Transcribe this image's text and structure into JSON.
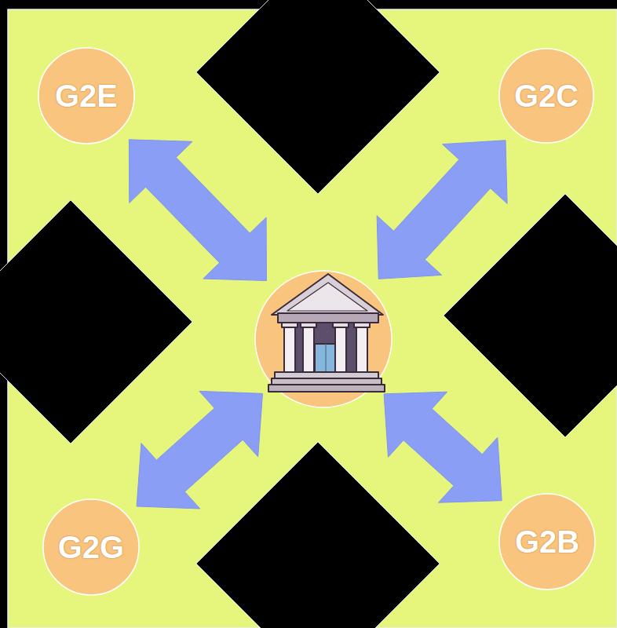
{
  "diagram": {
    "nodes": [
      {
        "text": [
          "G2E"
        ]
      },
      {
        "text": [
          "G2C"
        ]
      },
      {
        "text": []
      },
      {
        "text": [
          "G2G"
        ]
      },
      {
        "text": [
          "G2B"
        ]
      }
    ],
    "edges": [
      {
        "from": 2,
        "to": 0,
        "arrow": "both"
      },
      {
        "from": 2,
        "to": 1,
        "arrow": "both"
      },
      {
        "from": 2,
        "to": 3,
        "arrow": "both"
      },
      {
        "from": 2,
        "to": 4,
        "arrow": "both"
      }
    ]
  }
}
